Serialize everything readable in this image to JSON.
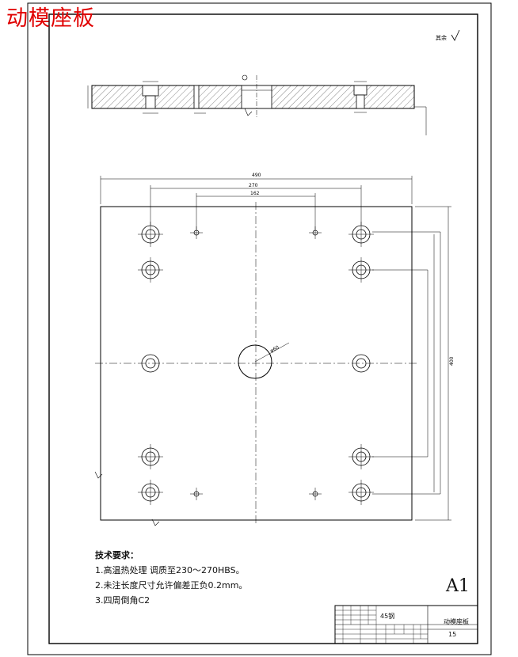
{
  "heading": "动模座板",
  "roughness_label": "其余",
  "notes": {
    "title": "技术要求：",
    "items": [
      "1.高温热处理 调质至230～270HBS。",
      "2.未注长度尺寸允许偏差正负0.2mm。",
      "3.四周倒角C2"
    ]
  },
  "sheet_size": "A1",
  "title_block": {
    "material": "45钢",
    "part_name": "动模座板",
    "number": "15"
  },
  "dimensions": {
    "overall_width": "490",
    "hole_span_outer": "270",
    "hole_span_inner": "162",
    "overall_height": "400",
    "center_bore": "φ60"
  }
}
